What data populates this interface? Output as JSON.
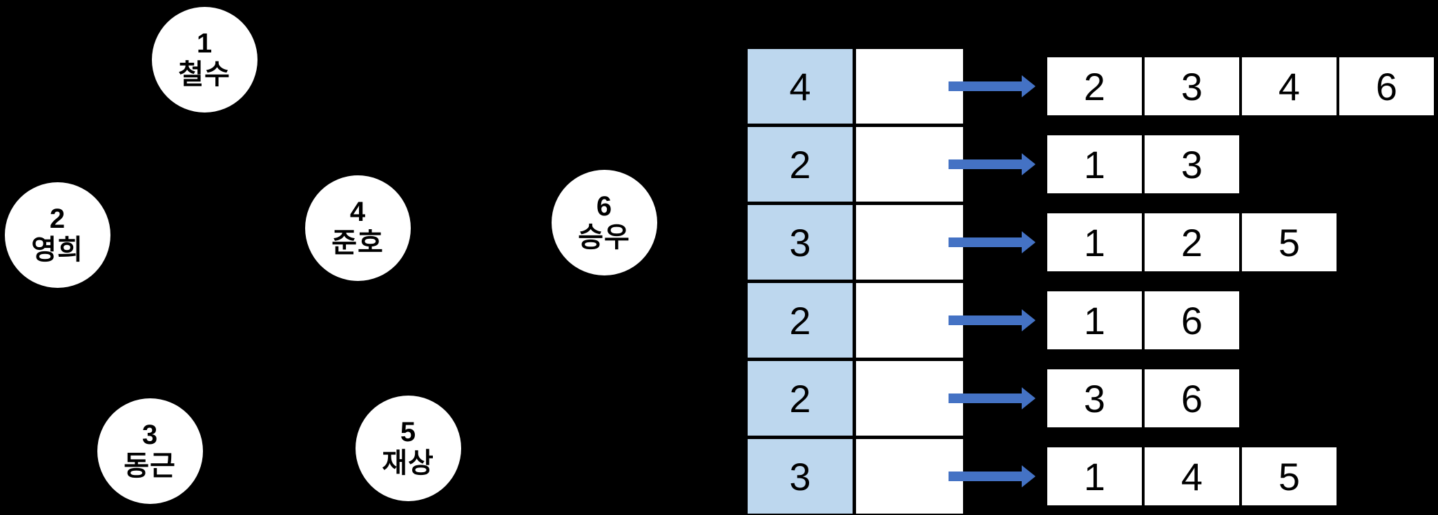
{
  "colors": {
    "background": "#000000",
    "node_fill": "#ffffff",
    "node_text": "#000000",
    "count_cell_fill": "#bdd7ee",
    "list_cell_fill": "#ffffff",
    "arrow": "#4472c4",
    "cell_text": "#000000"
  },
  "graph": {
    "nodes": [
      {
        "number": "1",
        "name": "철수"
      },
      {
        "number": "2",
        "name": "영희"
      },
      {
        "number": "3",
        "name": "동근"
      },
      {
        "number": "4",
        "name": "준호"
      },
      {
        "number": "5",
        "name": "재상"
      },
      {
        "number": "6",
        "name": "승우"
      }
    ]
  },
  "adjacency_table": {
    "rows": [
      {
        "count": "4",
        "neighbors": [
          "2",
          "3",
          "4",
          "6"
        ]
      },
      {
        "count": "2",
        "neighbors": [
          "1",
          "3"
        ]
      },
      {
        "count": "3",
        "neighbors": [
          "1",
          "2",
          "5"
        ]
      },
      {
        "count": "2",
        "neighbors": [
          "1",
          "6"
        ]
      },
      {
        "count": "2",
        "neighbors": [
          "3",
          "6"
        ]
      },
      {
        "count": "3",
        "neighbors": [
          "1",
          "4",
          "5"
        ]
      }
    ]
  }
}
